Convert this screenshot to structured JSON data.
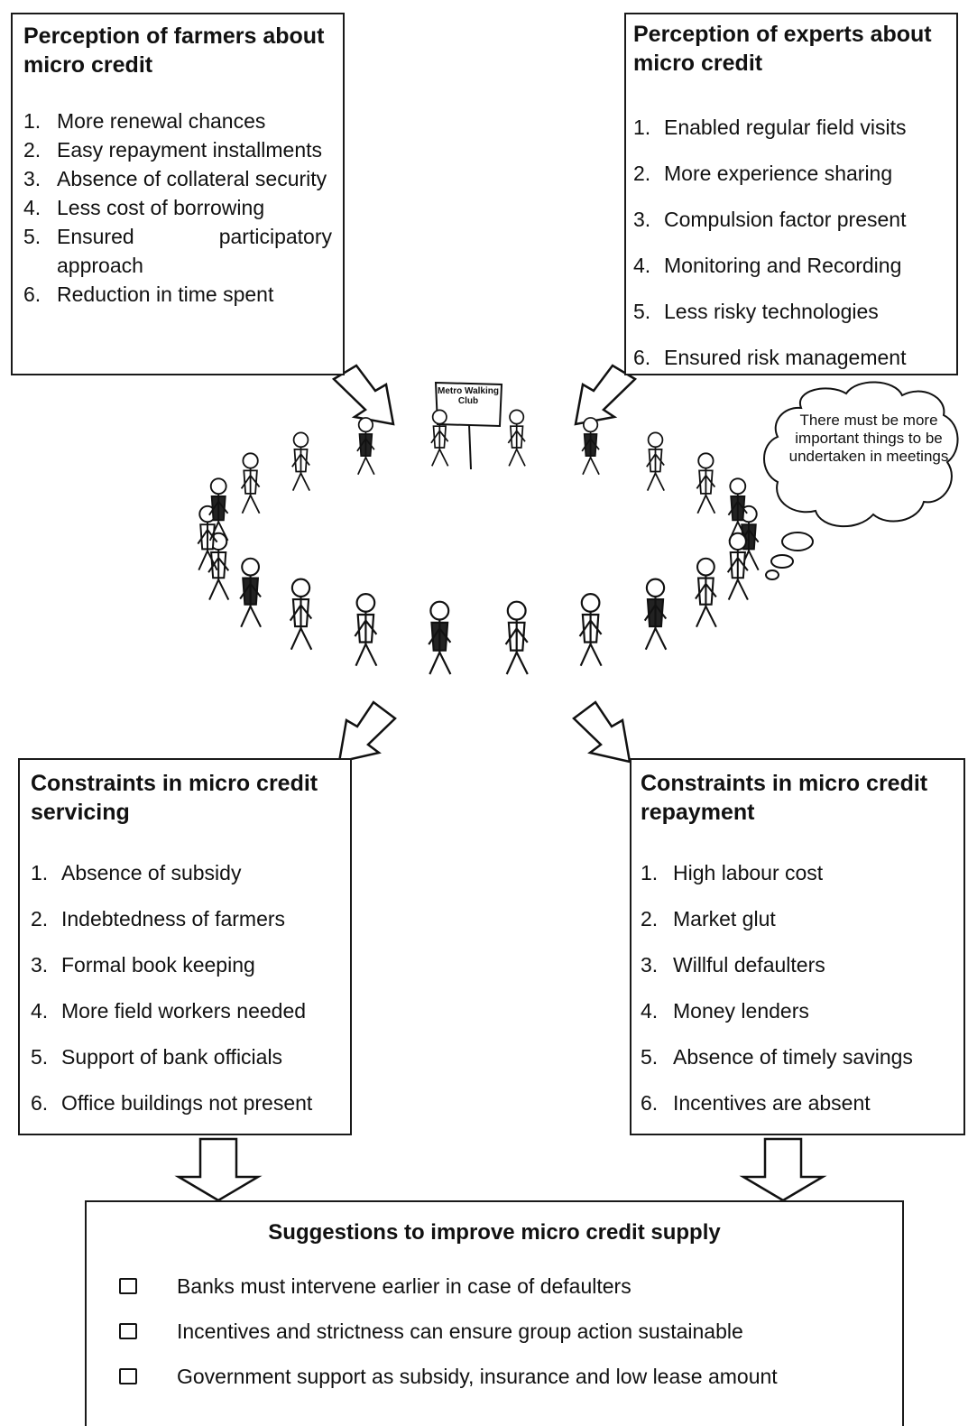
{
  "farmers": {
    "title": "Perception of farmers about micro credit",
    "items": [
      {
        "num": "1.",
        "text": "More renewal chances"
      },
      {
        "num": "2.",
        "text": "Easy repayment installments"
      },
      {
        "num": "3.",
        "text": "Absence of collateral security"
      },
      {
        "num": "4.",
        "text": "Less cost of borrowing"
      },
      {
        "num": "5.",
        "text": "Ensured participatory approach"
      },
      {
        "num": "6.",
        "text": "Reduction in time spent"
      }
    ]
  },
  "experts": {
    "title": "Perception of experts about micro credit",
    "items": [
      {
        "num": "1.",
        "text": "Enabled regular field visits"
      },
      {
        "num": "2.",
        "text": "More experience sharing"
      },
      {
        "num": "3.",
        "text": "Compulsion factor present"
      },
      {
        "num": "4.",
        "text": "Monitoring and Recording"
      },
      {
        "num": "5.",
        "text": "Less risky technologies"
      },
      {
        "num": "6.",
        "text": "Ensured risk management"
      }
    ]
  },
  "illustration": {
    "sign_text": "Metro Walking Club",
    "thought_bubble": "There must be more important things to be undertaken in meetings"
  },
  "servicing": {
    "title": "Constraints  in micro credit servicing",
    "items": [
      {
        "num": "1.",
        "text": "Absence of subsidy"
      },
      {
        "num": "2.",
        "text": "Indebtedness of farmers"
      },
      {
        "num": "3.",
        "text": "Formal book keeping"
      },
      {
        "num": "4.",
        "text": "More field workers needed"
      },
      {
        "num": "5.",
        "text": "Support of bank officials"
      },
      {
        "num": "6.",
        "text": "Office buildings not present"
      }
    ]
  },
  "repayment": {
    "title": "Constraints in micro credit repayment",
    "items": [
      {
        "num": "1.",
        "text": "High labour cost"
      },
      {
        "num": "2.",
        "text": "Market glut"
      },
      {
        "num": "3.",
        "text": "Willful defaulters"
      },
      {
        "num": "4.",
        "text": "Money lenders"
      },
      {
        "num": "5.",
        "text": "Absence of timely savings"
      },
      {
        "num": "6.",
        "text": "Incentives are absent"
      }
    ]
  },
  "suggestions": {
    "title": "Suggestions to improve micro credit supply",
    "items": [
      "Banks must intervene earlier in case of defaulters",
      "Incentives and strictness can ensure group action sustainable",
      "Government support as subsidy, insurance and low lease amount"
    ]
  }
}
